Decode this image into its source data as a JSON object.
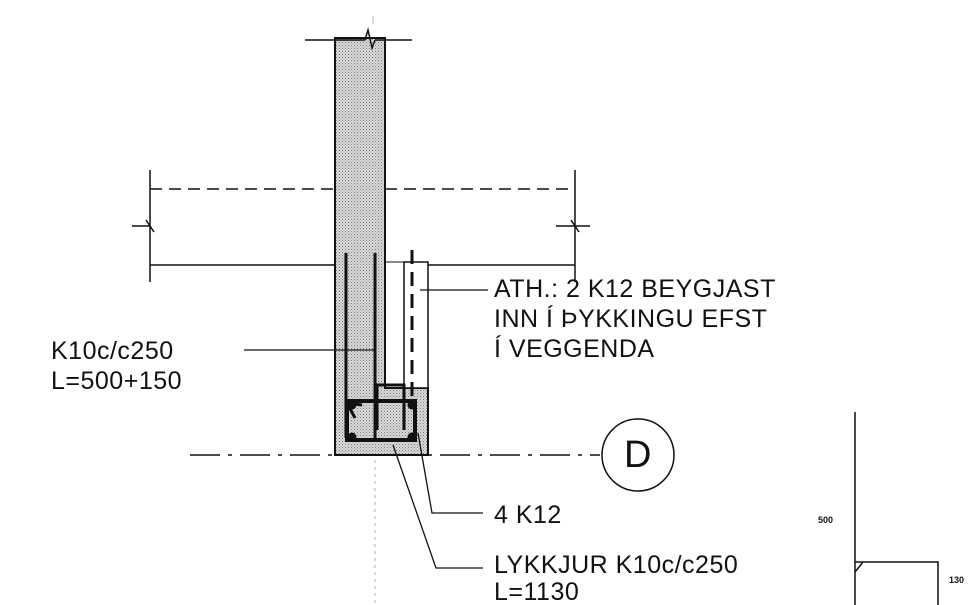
{
  "drawing": {
    "note_lines": [
      "ATH.: 2 K12 BEYGJAST",
      "INN Í ÞYKKINGU EFST",
      "Í VEGGENDA"
    ],
    "stirrup_label_lines": [
      "K10c/c250",
      "L=500+150"
    ],
    "bars_label": "4 K12",
    "loop_label_lines": [
      "LYKKJUR K10c/c250",
      "L=1130"
    ],
    "axis_marker": "D",
    "side_detail": {
      "height_dim": "500",
      "hook_dim": "130"
    },
    "colors": {
      "ink": "#111111",
      "hatch_bg": "#d9d9d9",
      "hatch_dot": "#7a7a7a"
    }
  }
}
